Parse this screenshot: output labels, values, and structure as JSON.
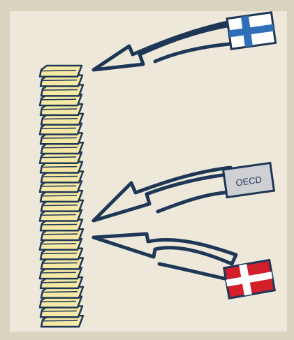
{
  "illustration": {
    "stack": {
      "sheet_count": 27
    },
    "flags": [
      {
        "name": "finland-flag",
        "colors": {
          "field": "#ffffff",
          "cross": "#2f6fb8"
        }
      },
      {
        "name": "oecd-flag",
        "label": "OECD",
        "colors": {
          "field": "#cfd0d3",
          "text": "#1f3757"
        }
      },
      {
        "name": "denmark-flag",
        "colors": {
          "field": "#d21f2a",
          "cross": "#ffffff"
        }
      }
    ],
    "colors": {
      "background": "#ede8d9",
      "frame": "#d9d4bf",
      "paper": "#f6e9a6",
      "outline": "#1f3757"
    }
  }
}
